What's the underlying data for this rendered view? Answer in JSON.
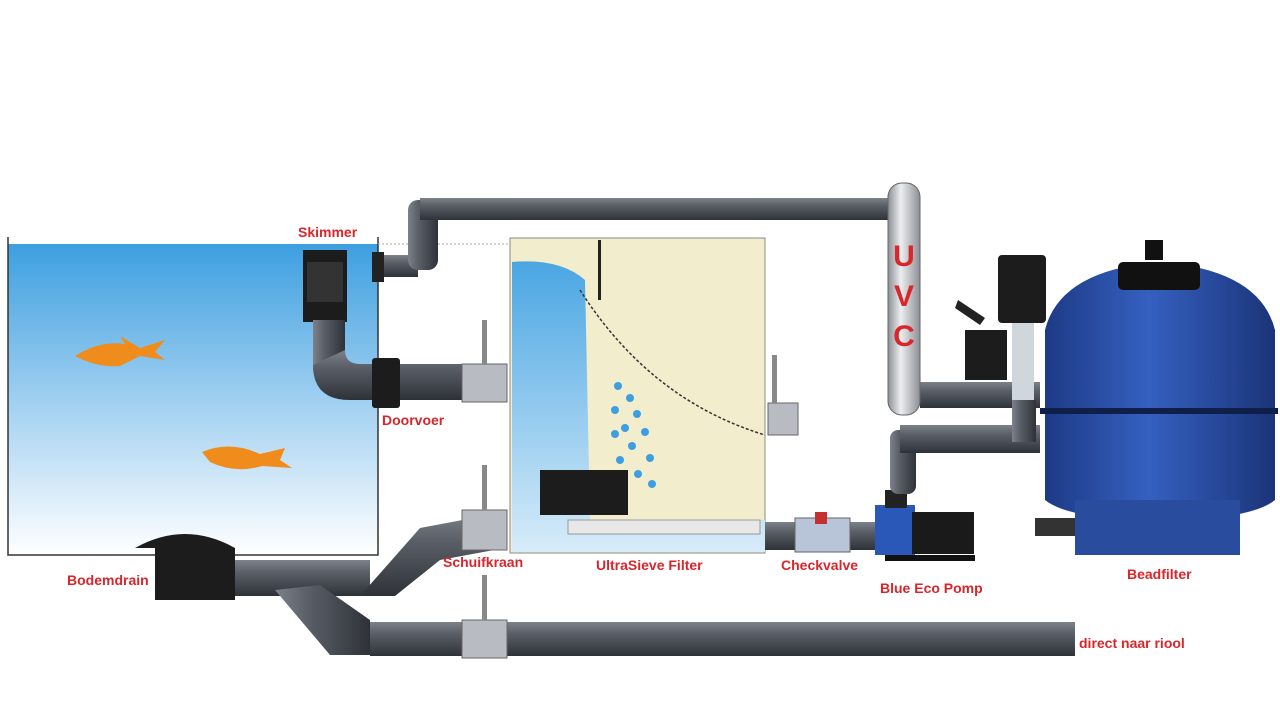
{
  "labels": {
    "skimmer": "Skimmer",
    "doorvoer": "Doorvoer",
    "bodemdrain": "Bodemdrain",
    "schuifkraan": "Schuifkraan",
    "ultrasieve": "UltraSieve Filter",
    "checkvalve": "Checkvalve",
    "pump": "Blue Eco Pomp",
    "beadfilter": "Beadfilter",
    "sewer": "direct naar riool"
  },
  "uvc": {
    "u": "U",
    "v": "V",
    "c": "C"
  },
  "colors": {
    "label": "#d8262b",
    "pipe": "#4a4f57",
    "water": "#3d9fe0",
    "beadfilter": "#2c50a8",
    "filter_body": "#f2eecd"
  }
}
